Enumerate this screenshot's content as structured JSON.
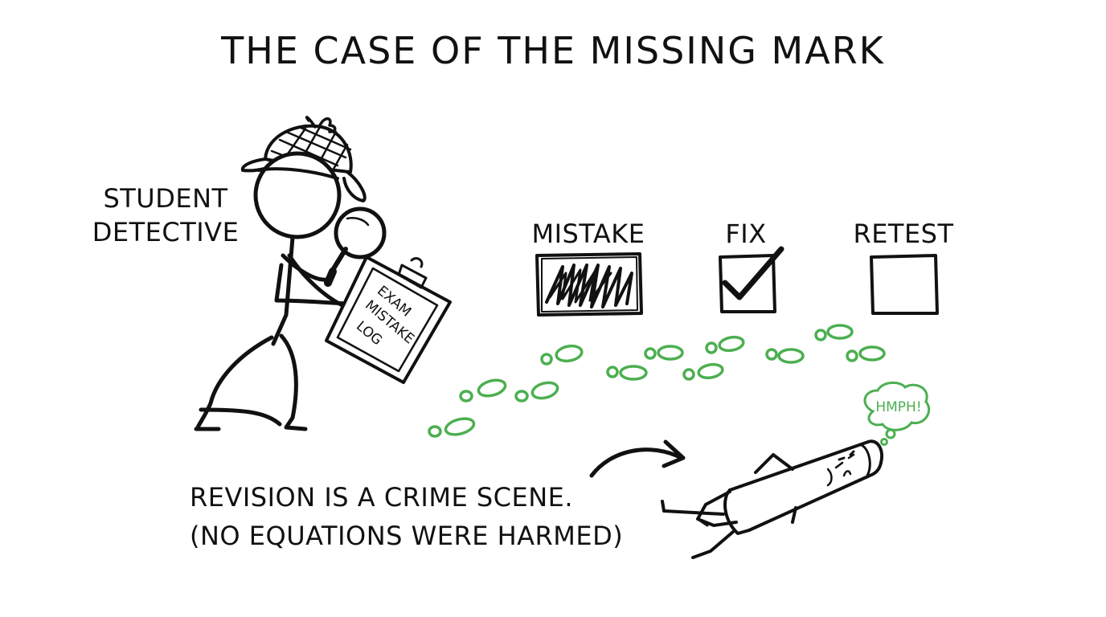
{
  "title": "THE CASE OF THE MISSING MARK",
  "character": {
    "label_line1": "STUDENT",
    "label_line2": "DETECTIVE",
    "clipboard": {
      "line1": "EXAM",
      "line2": "MISTAKE",
      "line3": "LOG"
    }
  },
  "steps": [
    {
      "label": "MISTAKE",
      "state": "scribbled"
    },
    {
      "label": "FIX",
      "state": "checked"
    },
    {
      "label": "RETEST",
      "state": "empty"
    }
  ],
  "caption": {
    "line1": "REVISION IS A CRIME SCENE.",
    "line2": "(NO EQUATIONS WERE HARMED)"
  },
  "highlighter": {
    "thought": "HMPH!"
  },
  "colors": {
    "ink": "#111111",
    "footprints": "#4caf50",
    "background": "#ffffff"
  }
}
